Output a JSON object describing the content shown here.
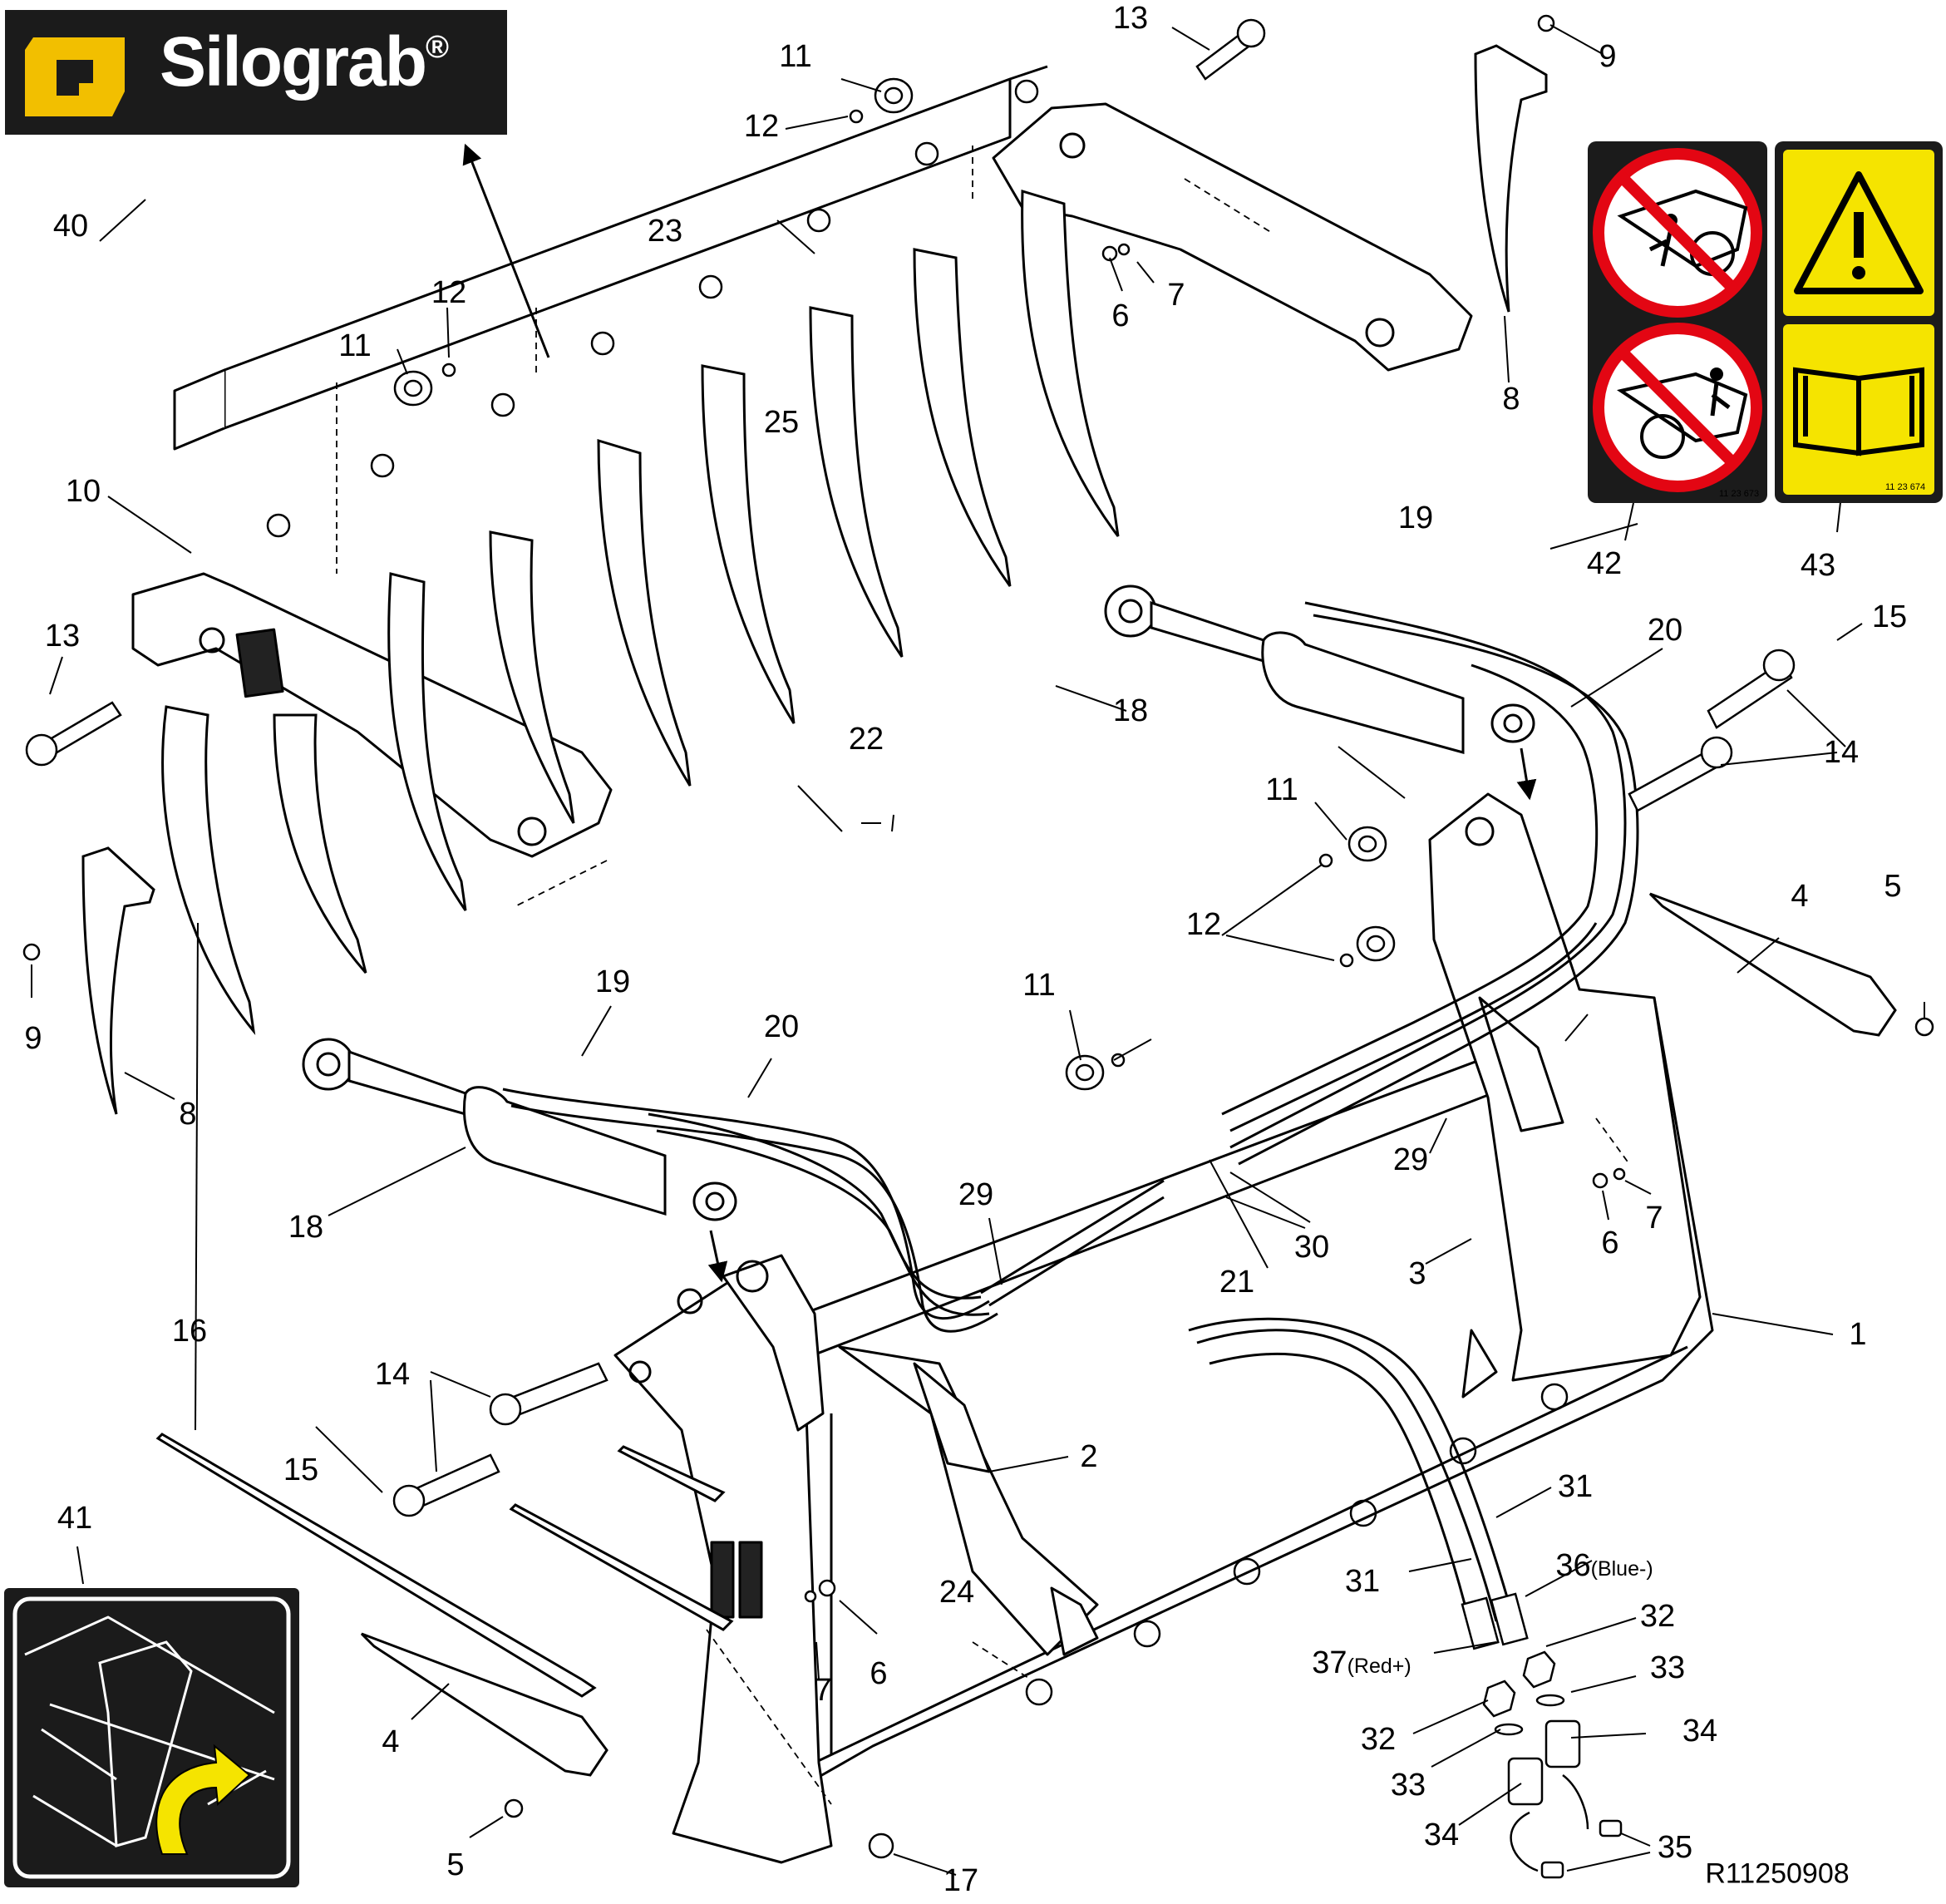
{
  "brand": {
    "name": "Silograb",
    "mark": "®"
  },
  "reference_code": "R11250908",
  "decal_codes": {
    "prohibition_decal": "11 23 673",
    "warning_decal": "11 23 674"
  },
  "part_labels": [
    {
      "id": "lbl-1",
      "text": "1"
    },
    {
      "id": "lbl-2",
      "text": "2"
    },
    {
      "id": "lbl-3",
      "text": "3"
    },
    {
      "id": "lbl-4a",
      "text": "4"
    },
    {
      "id": "lbl-4b",
      "text": "4"
    },
    {
      "id": "lbl-5a",
      "text": "5"
    },
    {
      "id": "lbl-5b",
      "text": "5"
    },
    {
      "id": "lbl-6a",
      "text": "6"
    },
    {
      "id": "lbl-6b",
      "text": "6"
    },
    {
      "id": "lbl-6c",
      "text": "6"
    },
    {
      "id": "lbl-7a",
      "text": "7"
    },
    {
      "id": "lbl-7b",
      "text": "7"
    },
    {
      "id": "lbl-7c",
      "text": "7"
    },
    {
      "id": "lbl-8a",
      "text": "8"
    },
    {
      "id": "lbl-8b",
      "text": "8"
    },
    {
      "id": "lbl-9a",
      "text": "9"
    },
    {
      "id": "lbl-9b",
      "text": "9"
    },
    {
      "id": "lbl-10",
      "text": "10"
    },
    {
      "id": "lbl-11a",
      "text": "11"
    },
    {
      "id": "lbl-11b",
      "text": "11"
    },
    {
      "id": "lbl-11c",
      "text": "11"
    },
    {
      "id": "lbl-11d",
      "text": "11"
    },
    {
      "id": "lbl-12a",
      "text": "12"
    },
    {
      "id": "lbl-12b",
      "text": "12"
    },
    {
      "id": "lbl-12c",
      "text": "12"
    },
    {
      "id": "lbl-13a",
      "text": "13"
    },
    {
      "id": "lbl-13b",
      "text": "13"
    },
    {
      "id": "lbl-14a",
      "text": "14"
    },
    {
      "id": "lbl-14b",
      "text": "14"
    },
    {
      "id": "lbl-15a",
      "text": "15"
    },
    {
      "id": "lbl-15b",
      "text": "15"
    },
    {
      "id": "lbl-16",
      "text": "16"
    },
    {
      "id": "lbl-17",
      "text": "17"
    },
    {
      "id": "lbl-18a",
      "text": "18"
    },
    {
      "id": "lbl-18b",
      "text": "18"
    },
    {
      "id": "lbl-19a",
      "text": "19"
    },
    {
      "id": "lbl-19b",
      "text": "19"
    },
    {
      "id": "lbl-20a",
      "text": "20"
    },
    {
      "id": "lbl-20b",
      "text": "20"
    },
    {
      "id": "lbl-21",
      "text": "21"
    },
    {
      "id": "lbl-22",
      "text": "22"
    },
    {
      "id": "lbl-23",
      "text": "23"
    },
    {
      "id": "lbl-24",
      "text": "24"
    },
    {
      "id": "lbl-25",
      "text": "25"
    },
    {
      "id": "lbl-29a",
      "text": "29"
    },
    {
      "id": "lbl-29b",
      "text": "29"
    },
    {
      "id": "lbl-30",
      "text": "30"
    },
    {
      "id": "lbl-31a",
      "text": "31"
    },
    {
      "id": "lbl-31b",
      "text": "31"
    },
    {
      "id": "lbl-32a",
      "text": "32"
    },
    {
      "id": "lbl-32b",
      "text": "32"
    },
    {
      "id": "lbl-33a",
      "text": "33"
    },
    {
      "id": "lbl-33b",
      "text": "33"
    },
    {
      "id": "lbl-34a",
      "text": "34"
    },
    {
      "id": "lbl-34b",
      "text": "34"
    },
    {
      "id": "lbl-35",
      "text": "35"
    },
    {
      "id": "lbl-36",
      "text": "36",
      "suffix": "(Blue-)"
    },
    {
      "id": "lbl-37",
      "text": "37",
      "suffix": "(Red+)"
    },
    {
      "id": "lbl-40",
      "text": "40"
    },
    {
      "id": "lbl-41",
      "text": "41"
    },
    {
      "id": "lbl-42",
      "text": "42"
    },
    {
      "id": "lbl-43",
      "text": "43"
    }
  ],
  "colors": {
    "ink": "#000000",
    "logo_bg": "#1b1b1b",
    "logo_accent": "#f2bf00",
    "warning_yellow": "#f5e400",
    "prohibition_red": "#e30613",
    "label_grey": "#9a9a9a"
  },
  "icons": [
    "silograb-logo-icon",
    "no-person-under-load-icon",
    "no-standing-in-bucket-icon",
    "warning-triangle-icon",
    "read-manual-icon",
    "clamp-arrow-decal-icon"
  ]
}
